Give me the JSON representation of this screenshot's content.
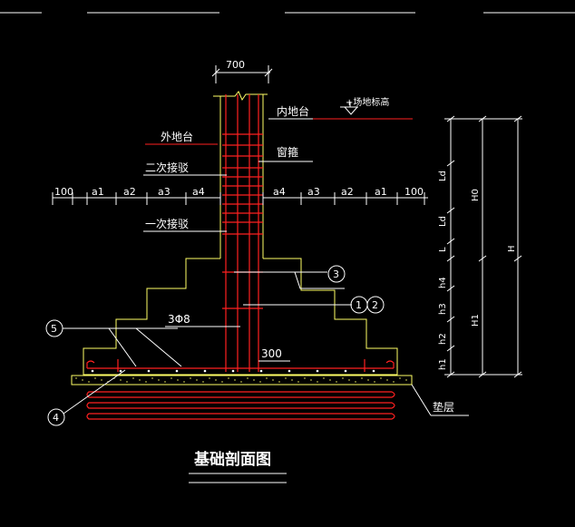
{
  "title": "基础剖面图",
  "top_dimension": "700",
  "labels": {
    "inner_ground": "内地台",
    "site_elevation": "+场地标高",
    "outer_ground": "外地台",
    "secondary_joint": "二次接驳",
    "window_band": "窗箍",
    "primary_joint": "一次接驳",
    "stirrup": "3Φ8",
    "dim_300": "300",
    "cushion": "垫层"
  },
  "left_dims": [
    "100",
    "a1",
    "a2",
    "a3",
    "a4"
  ],
  "right_dims": [
    "a4",
    "a3",
    "a2",
    "a1",
    "100"
  ],
  "ld_labels": [
    "Ld",
    "Ld",
    "L"
  ],
  "h_labels": [
    "h4",
    "h3",
    "h2",
    "h1"
  ],
  "big_dims": [
    "H0",
    "H",
    "H1"
  ],
  "callouts": [
    "1",
    "2",
    "3",
    "4",
    "5"
  ],
  "colors": {
    "outline": "#ffff66",
    "rebar": "#ff2020",
    "text": "#ffffff",
    "background": "#000000"
  }
}
